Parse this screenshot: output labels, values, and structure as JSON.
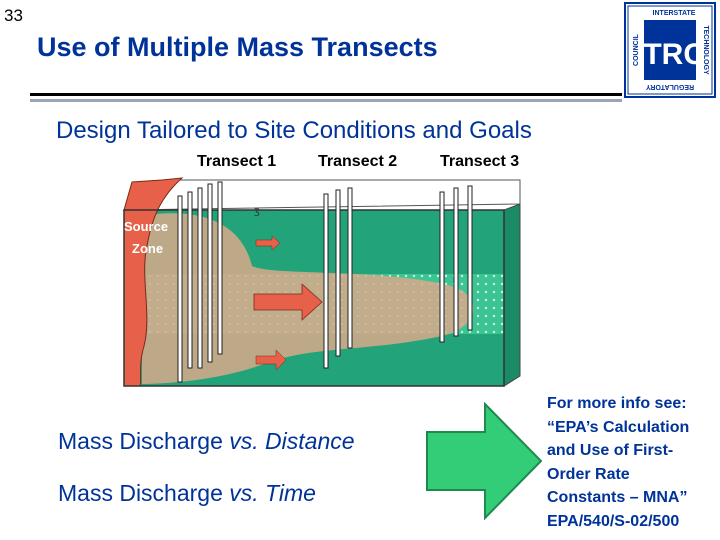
{
  "slide_number": "33",
  "title": "Use of Multiple Mass Transects",
  "subtitle": "Design Tailored to Site Conditions and Goals",
  "transects": [
    "Transect 1",
    "Transect 2",
    "Transect 3"
  ],
  "diagram": {
    "source_label_1": "Source",
    "source_label_2": "Zone",
    "small_mark": "ʒ"
  },
  "logo": {
    "letters": "ITRC",
    "ring_top": "INTERSTATE",
    "ring_right": "TECHNOLOGY",
    "ring_bottom": "REGULATORY",
    "ring_left": "COUNCIL"
  },
  "discharge": {
    "line1_prefix": "Mass Discharge ",
    "line1_vs": "vs.",
    "line1_suffix": " Distance",
    "line2_prefix": "Mass Discharge ",
    "line2_vs": "vs.",
    "line2_suffix": " Time"
  },
  "info_lines": [
    "For more info see:",
    "“EPA’s Calculation",
    "and Use of First-",
    "Order Rate",
    "Constants – MNA”",
    "EPA/540/S-02/500"
  ],
  "colors": {
    "title": "#003399",
    "water_dark": "#22a37a",
    "water_light": "#5fd0a8",
    "plume": "#d8a98a",
    "source": "#e6604a",
    "arrow_fill": "#33cc77"
  }
}
